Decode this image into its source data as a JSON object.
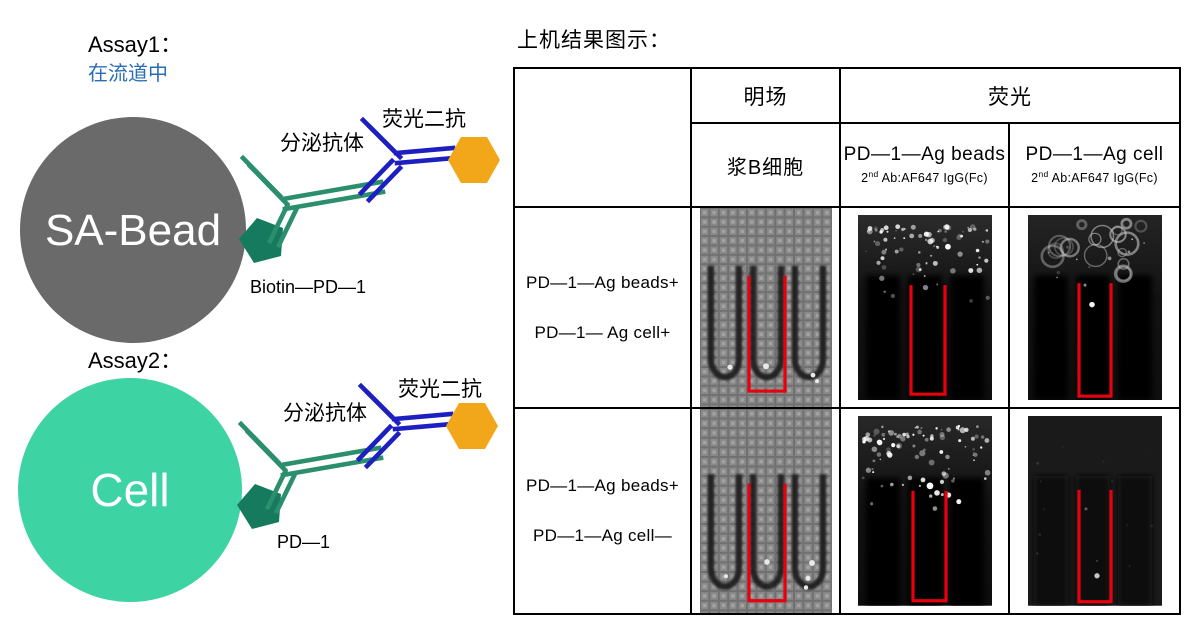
{
  "colors": {
    "bead_gray": "#6a6a6a",
    "cell_green": "#3ed3a3",
    "pentagon_green": "#157a5e",
    "antibody_green": "#2b8e6c",
    "antibody_blue": "#1d1fc0",
    "fluorophore_orange": "#f2a71b",
    "subtitle_blue": "#2a6cb5",
    "highlight_red": "#e8000f"
  },
  "assay1": {
    "title": "Assay1：",
    "subtitle": "在流道中",
    "bead_label": "SA-Bead",
    "secreted_ab_label": "分泌抗体",
    "secondary_ab_label": "荧光二抗",
    "antigen_label": "Biotin—PD—1"
  },
  "assay2": {
    "title": "Assay2：",
    "cell_label": "Cell",
    "secreted_ab_label": "分泌抗体",
    "secondary_ab_label": "荧光二抗",
    "antigen_label": "PD—1"
  },
  "results": {
    "title": "上机结果图示：",
    "col_headers": {
      "brightfield": "明场",
      "fluorescence": "荧光"
    },
    "sub_headers": {
      "brightfield": "浆B细胞",
      "beads": {
        "line1": "PD—1—Ag beads",
        "sup_base": "2",
        "sup": "nd",
        "rest": " Ab:AF647 IgG(Fc)"
      },
      "cell": {
        "line1": "PD—1—Ag cell",
        "sup_base": "2",
        "sup": "nd",
        "rest": " Ab:AF647 IgG(Fc)"
      }
    },
    "rows": [
      {
        "label_line1": "PD—1—Ag beads+",
        "label_line2": "PD—1— Ag cell+"
      },
      {
        "label_line1": "PD—1—Ag beads+",
        "label_line2": "PD—1—Ag cell—"
      }
    ]
  }
}
